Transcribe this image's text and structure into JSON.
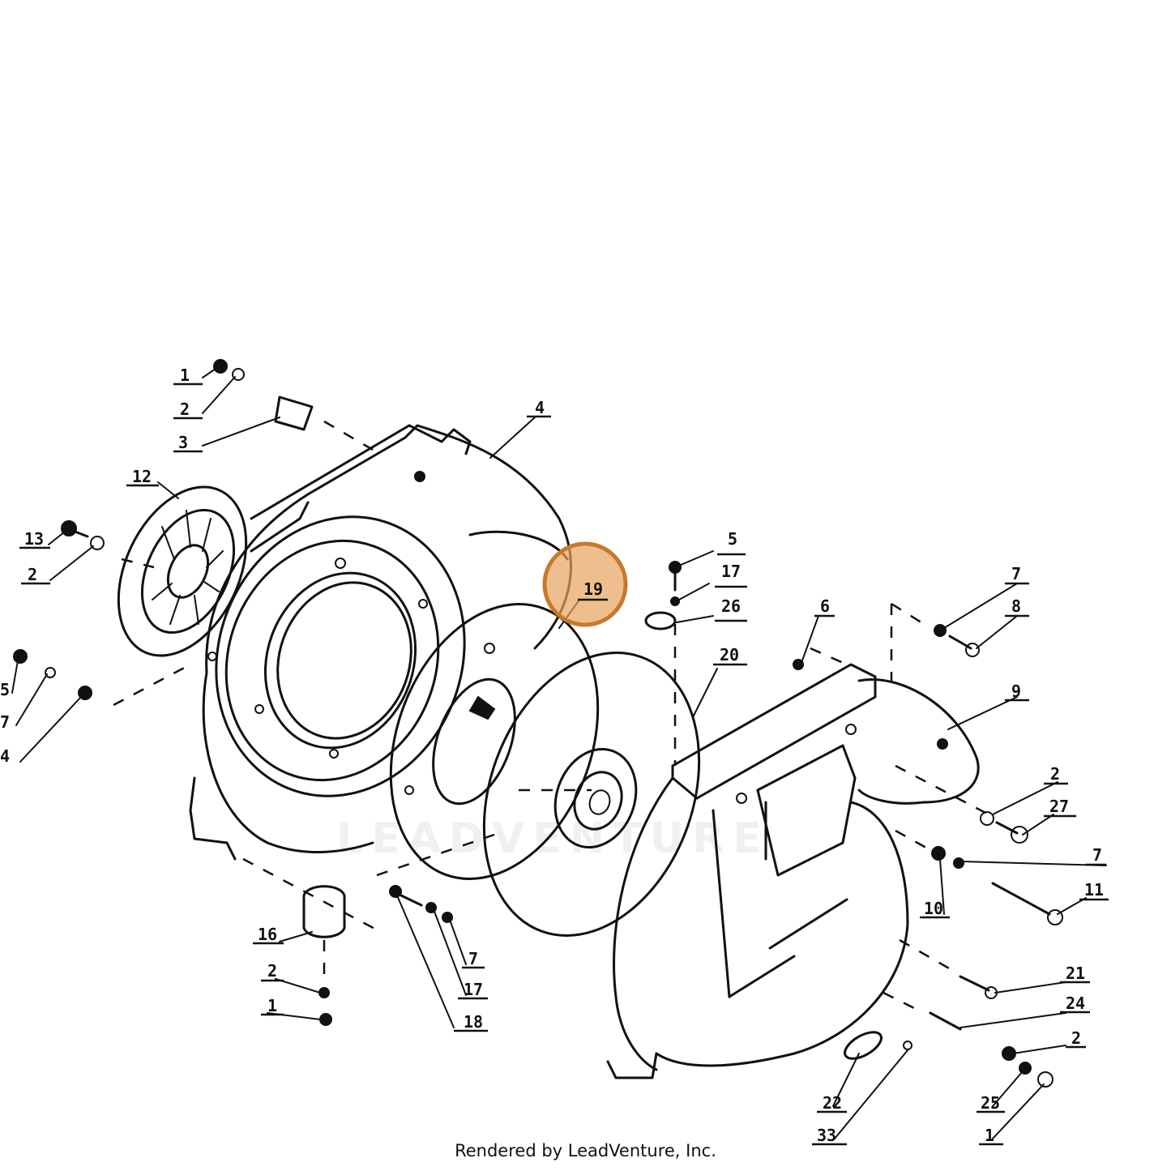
{
  "diagram": {
    "highlight": {
      "label": "19",
      "fill": "#e8a35e",
      "stroke": "#c77a2a"
    },
    "callouts": [
      {
        "label": "1"
      },
      {
        "label": "2"
      },
      {
        "label": "3"
      },
      {
        "label": "4"
      },
      {
        "label": "12"
      },
      {
        "label": "13"
      },
      {
        "label": "2"
      },
      {
        "label": "5"
      },
      {
        "label": "7"
      },
      {
        "label": "4"
      },
      {
        "label": "5"
      },
      {
        "label": "17"
      },
      {
        "label": "26"
      },
      {
        "label": "6"
      },
      {
        "label": "7"
      },
      {
        "label": "8"
      },
      {
        "label": "20"
      },
      {
        "label": "9"
      },
      {
        "label": "2"
      },
      {
        "label": "27"
      },
      {
        "label": "7"
      },
      {
        "label": "10"
      },
      {
        "label": "11"
      },
      {
        "label": "16"
      },
      {
        "label": "2"
      },
      {
        "label": "1"
      },
      {
        "label": "7"
      },
      {
        "label": "17"
      },
      {
        "label": "18"
      },
      {
        "label": "21"
      },
      {
        "label": "24"
      },
      {
        "label": "2"
      },
      {
        "label": "22"
      },
      {
        "label": "33"
      },
      {
        "label": "25"
      },
      {
        "label": "1"
      }
    ]
  },
  "watermark": "LEADVENTURE",
  "footer": "Rendered by LeadVenture, Inc."
}
